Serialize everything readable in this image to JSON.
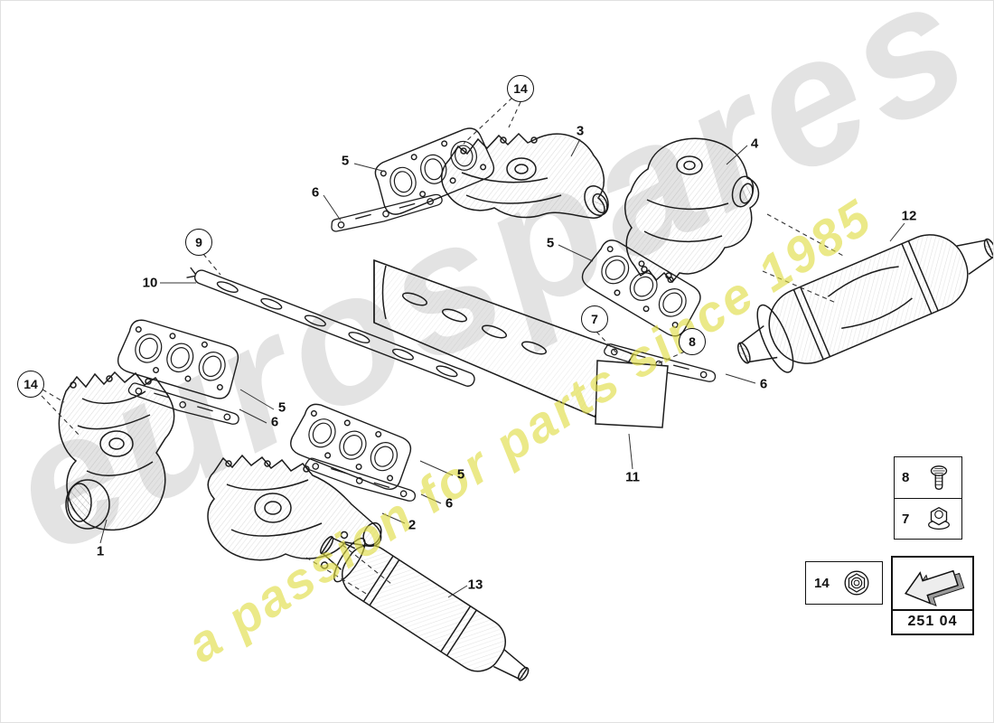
{
  "watermarks": {
    "brand": "eurospares",
    "tagline": "a passion for parts since 1985",
    "brand_color": "#acacac",
    "tagline_color": "#dfdb3f"
  },
  "callouts": {
    "c14_top": "14",
    "c9": "9",
    "c14_left": "14",
    "c7": "7",
    "c8": "8"
  },
  "part_labels": {
    "p1": "1",
    "p2": "2",
    "p3": "3",
    "p4": "4",
    "p5_top": "5",
    "p5_right": "5",
    "p5_left": "5",
    "p5_mid": "5",
    "p6_top": "6",
    "p6_right": "6",
    "p6_left": "6",
    "p6_mid": "6",
    "p10": "10",
    "p11": "11",
    "p12": "12",
    "p13": "13"
  },
  "legend": {
    "bolt": "8",
    "nut": "7",
    "flange_nut": "14",
    "part_code": "251 04"
  }
}
